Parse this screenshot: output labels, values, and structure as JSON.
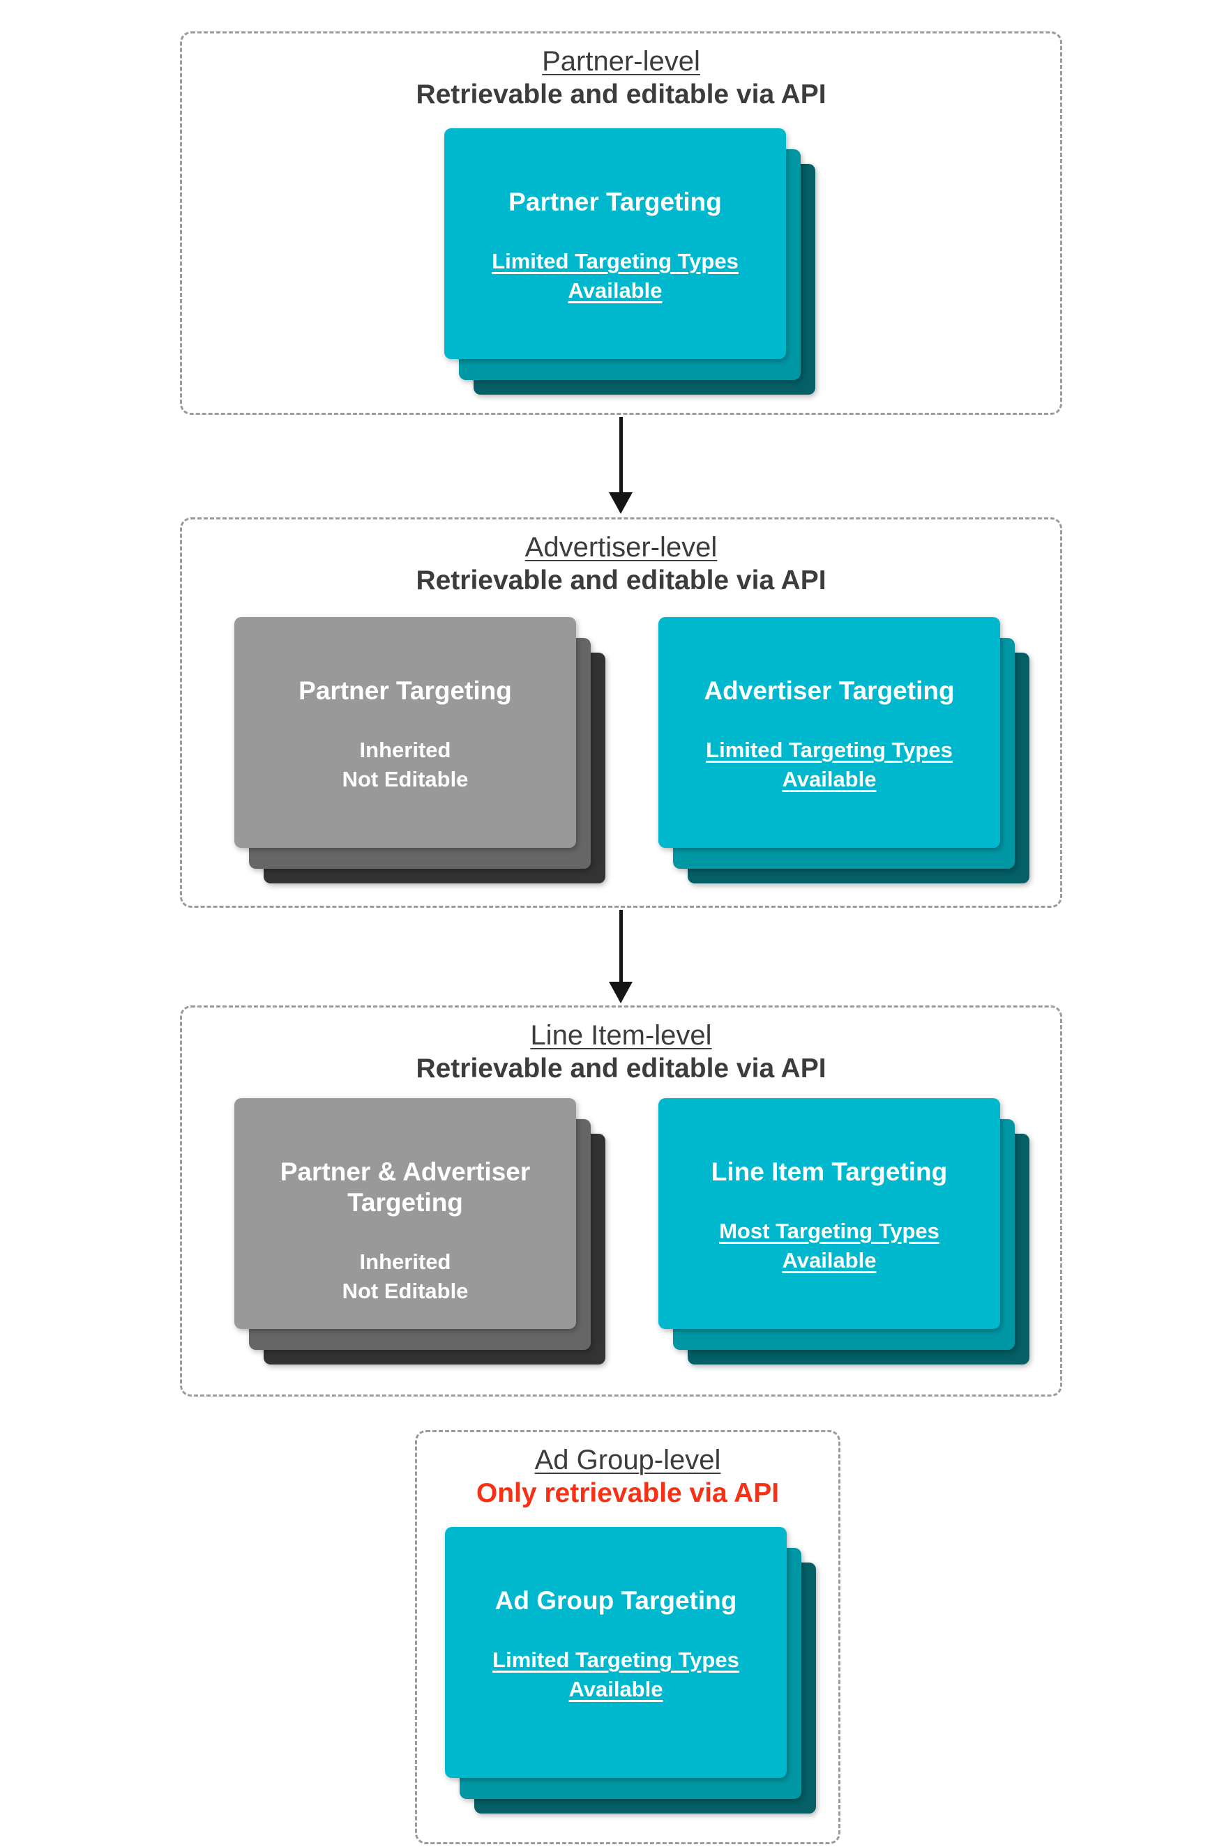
{
  "colors": {
    "teal_card_front": "#00b8cd",
    "teal_card_mid": "#0097a4",
    "teal_card_back": "#045f66",
    "gray_card_front": "#999999",
    "gray_card_mid": "#666666",
    "gray_card_back": "#333333",
    "heading_text": "#3c3c3c",
    "alert_red_text": "#f63116",
    "card_text": "#ffffff",
    "dashed_border": "#9b9b9b",
    "arrow": "#151515",
    "background": "#ffffff"
  },
  "icons": [
    "arrow-down-icon",
    "arrow-down-icon"
  ],
  "sections": [
    {
      "title": "Partner-level",
      "subtitle": "Retrievable and editable via API",
      "cards": [
        {
          "variant": "teal",
          "title": "Partner Targeting",
          "lines": [
            "Limited Targeting Types",
            "Available"
          ]
        }
      ]
    },
    {
      "title": "Advertiser-level",
      "subtitle": "Retrievable and editable via API",
      "cards": [
        {
          "variant": "gray",
          "title": "Partner Targeting",
          "lines": [
            "Inherited",
            "Not Editable"
          ]
        },
        {
          "variant": "teal",
          "title": "Advertiser Targeting",
          "lines": [
            "Limited Targeting Types",
            "Available"
          ]
        }
      ]
    },
    {
      "title": "Line Item-level",
      "subtitle": "Retrievable and editable via API",
      "cards": [
        {
          "variant": "gray",
          "title": "Partner & Advertiser Targeting",
          "lines": [
            "Inherited",
            "Not Editable"
          ]
        },
        {
          "variant": "teal",
          "title": "Line Item Targeting",
          "lines": [
            "Most Targeting Types",
            "Available"
          ]
        }
      ]
    },
    {
      "title": "Ad Group-level",
      "subtitle": "Only retrievable via API",
      "cards": [
        {
          "variant": "teal",
          "title": "Ad Group Targeting",
          "lines": [
            "Limited Targeting Types",
            "Available"
          ]
        }
      ]
    }
  ]
}
